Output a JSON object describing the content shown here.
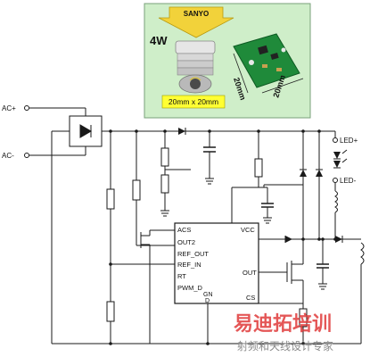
{
  "photo": {
    "brand": "SANYO",
    "power": "4W",
    "size_caption": "20mm x 20mm",
    "dim_side": "20mm",
    "dim_bottom": "20mm"
  },
  "inputs": {
    "ac_plus": "AC+",
    "ac_minus": "AC-"
  },
  "outputs": {
    "led_plus": "LED+",
    "led_minus": "LED-"
  },
  "ic": {
    "pins_left": [
      "ACS",
      "OUT2",
      "REF_OUT",
      "REF_IN",
      "RT",
      "PWM_D"
    ],
    "pin_vcc": "VCC",
    "pin_out": "OUT",
    "pin_cs": "CS",
    "pin_gnd": "GN",
    "pin_d": "D"
  },
  "watermark": {
    "title": "易迪拓培训",
    "subtitle": "射频和天线设计专家"
  },
  "colors": {
    "wire": "#1a1a1a",
    "photo_bg": "#cfeec9",
    "caption_bg": "#ffff33",
    "arrow": "#f2d23a",
    "watermark_red": "#e03a3a",
    "watermark_grey": "#8a8a8a"
  }
}
